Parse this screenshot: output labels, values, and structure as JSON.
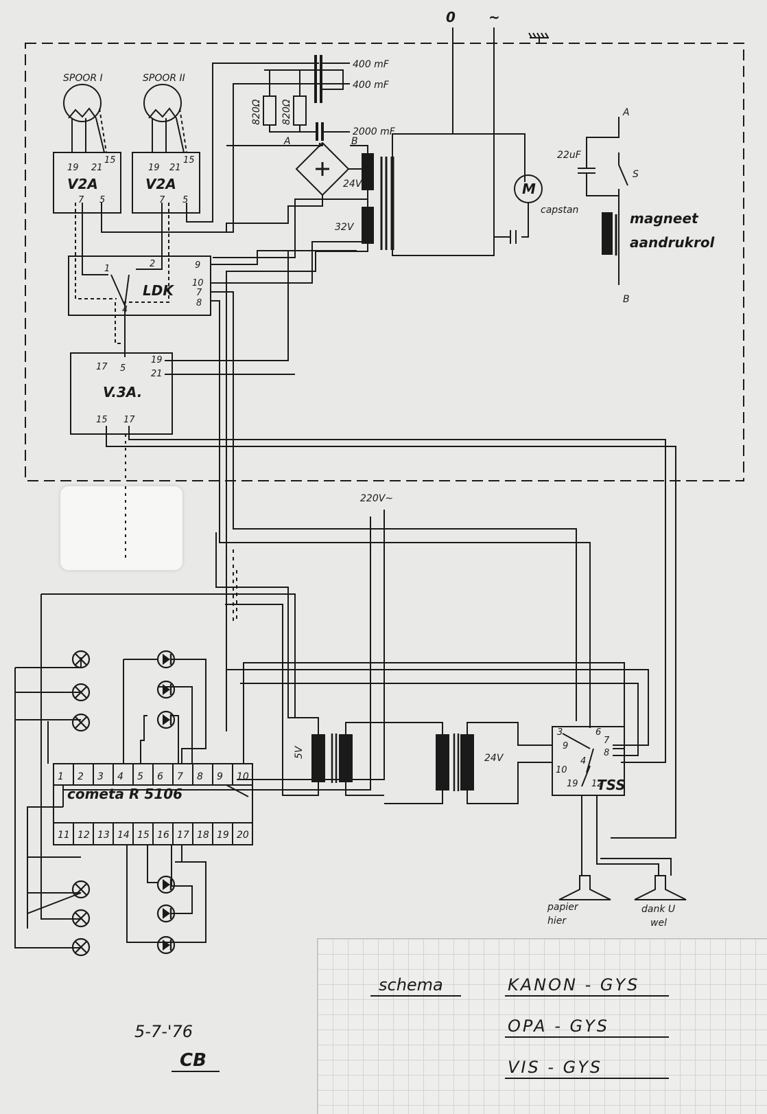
{
  "labels": {
    "spoor1": "SPOOR I",
    "spoor2": "SPOOR II",
    "v2a": "V2A",
    "ldk": "LDK",
    "v3a": "V.3A.",
    "cap400a": "400 mF",
    "cap400b": "400 mF",
    "cap2000": "2000 mF",
    "r820a": "820Ω",
    "r820b": "820Ω",
    "nodeA": "A",
    "nodeB": "B",
    "v24": "24V",
    "v32": "32V",
    "motor": "M",
    "capstan": "capstan",
    "cap22": "22uF",
    "switchS": "S",
    "magnetLine1": "magneet",
    "magnetLine2": "aandrukrol",
    "termA": "A",
    "termB": "B",
    "zero": "0",
    "tilde": "~",
    "mains": "220V~",
    "v5": "5V",
    "v24b": "24V",
    "tss": "TSS",
    "cometa": "cometa  R 5106",
    "speaker1a": "papier",
    "speaker1b": "hier",
    "speaker2a": "dank U",
    "speaker2b": "wel"
  },
  "pins": {
    "v2a_1": [
      "19",
      "21",
      "15",
      "7",
      "5"
    ],
    "v2a_2": [
      "19",
      "21",
      "15",
      "7",
      "5"
    ],
    "ldk": [
      "1",
      "2",
      "4",
      "9",
      "10",
      "7",
      "8"
    ],
    "v3a": [
      "17",
      "5",
      "19",
      "21",
      "15",
      "17"
    ],
    "tss": [
      "3",
      "6",
      "7",
      "9",
      "8",
      "10",
      "4",
      "19",
      "12"
    ]
  },
  "connector": {
    "top": [
      "1",
      "2",
      "3",
      "4",
      "5",
      "6",
      "7",
      "8",
      "9",
      "10"
    ],
    "bottom": [
      "11",
      "12",
      "13",
      "14",
      "15",
      "16",
      "17",
      "18",
      "19",
      "20"
    ]
  },
  "title_block": {
    "heading": "schema",
    "line1": "KANON - GYS",
    "line2": "OPA - GYS",
    "line3": "VIS - GYS",
    "date": "5-7-'76",
    "signature": "CB"
  }
}
